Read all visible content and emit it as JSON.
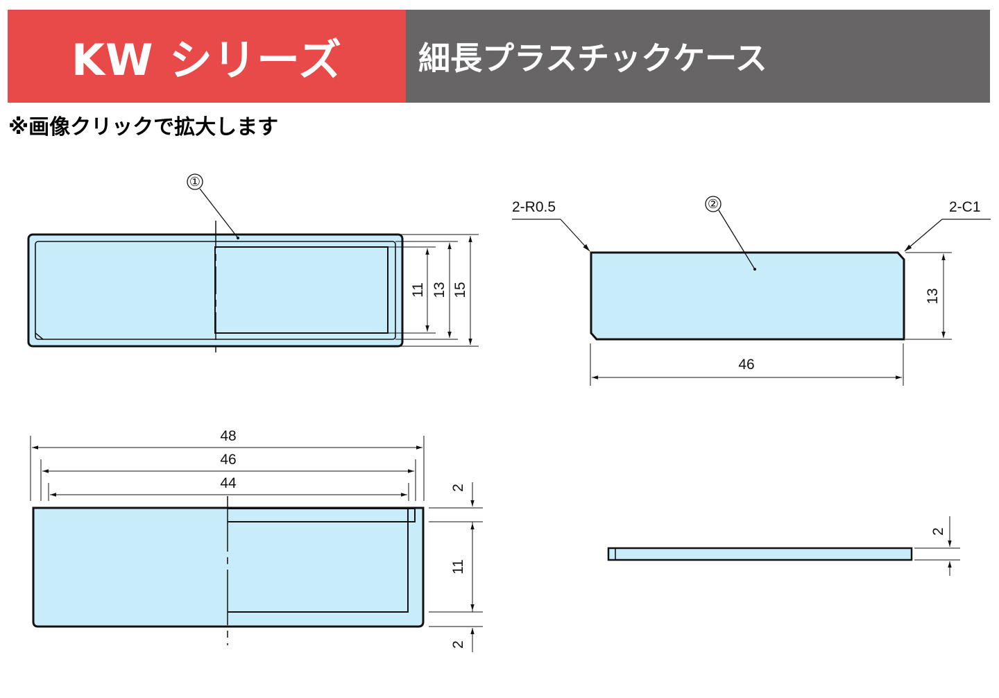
{
  "header": {
    "series_title": "KW シリーズ",
    "product_name": "細長プラスチックケース",
    "series_color": "#e84a4a",
    "product_color": "#676566"
  },
  "note": "※画像クリックで拡大します",
  "drawing": {
    "fill_color": "#c9ecfb",
    "top_view": {
      "part_marker": "①",
      "dims": {
        "d11": "11",
        "d13": "13",
        "d15": "15"
      }
    },
    "lid_view": {
      "part_marker": "②",
      "radius_callout": "2-R0.5",
      "chamfer_callout": "2-C1",
      "dims": {
        "height": "13",
        "width": "46"
      }
    },
    "front_view": {
      "dims": {
        "w48": "48",
        "w46": "46",
        "w44": "44",
        "top2": "2",
        "mid11": "11",
        "bot2": "2"
      }
    },
    "lid_side_view": {
      "dims": {
        "thickness": "2"
      }
    }
  }
}
